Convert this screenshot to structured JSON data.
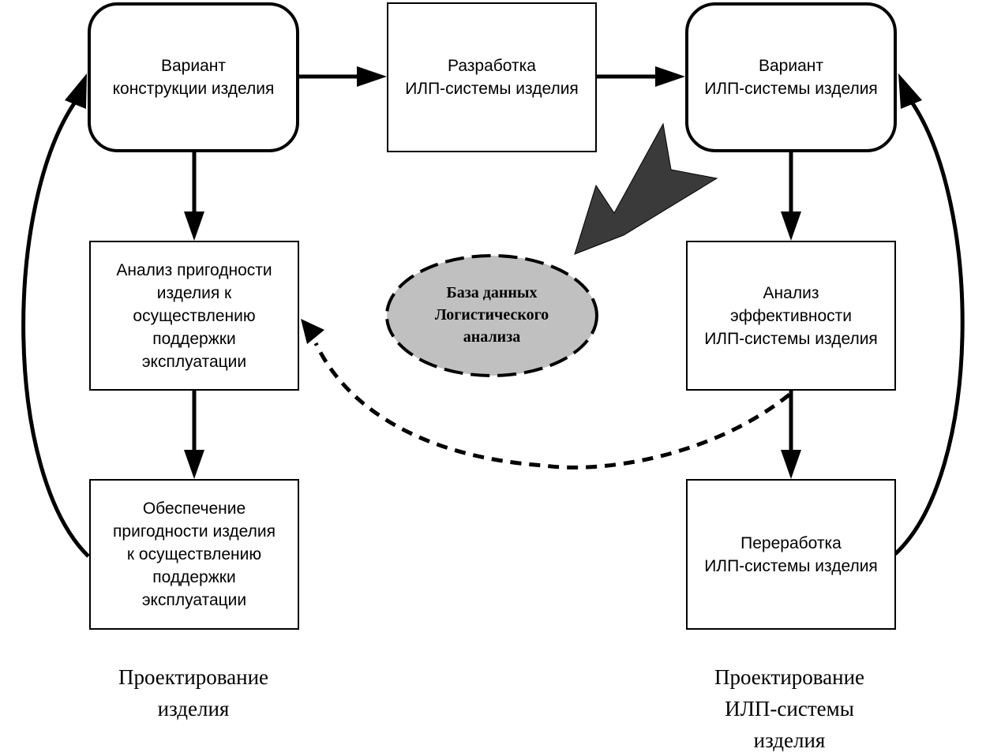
{
  "nodes": {
    "variant_design": {
      "lines": [
        "Вариант",
        "конструкции изделия"
      ]
    },
    "ils_development": {
      "lines": [
        "Разработка",
        "ИЛП-системы изделия"
      ]
    },
    "variant_ils": {
      "lines": [
        "Вариант",
        "ИЛП-системы изделия"
      ]
    },
    "suitability_analysis": {
      "lines": [
        "Анализ пригодности",
        "изделия к",
        "осуществлению",
        "поддержки",
        "эксплуатации"
      ]
    },
    "efficiency_analysis": {
      "lines": [
        "Анализ",
        "эффективности",
        "ИЛП-системы изделия"
      ]
    },
    "suitability_provision": {
      "lines": [
        "Обеспечение",
        "пригодности изделия",
        "к осуществлению",
        "поддержки",
        "эксплуатации"
      ]
    },
    "ils_rework": {
      "lines": [
        "Переработка",
        "ИЛП-системы изделия"
      ]
    },
    "database": {
      "lines": [
        "База данных",
        "Логистического",
        "анализа"
      ]
    }
  },
  "captions": {
    "product_design": {
      "lines": [
        "Проектирование",
        "изделия"
      ]
    },
    "ils_design": {
      "lines": [
        "Проектирование",
        "ИЛП-системы",
        "изделия"
      ]
    }
  },
  "colors": {
    "stroke": "#000000",
    "database_fill": "#c0c0c0",
    "big_arrow_fill": "#3a3a3a"
  }
}
